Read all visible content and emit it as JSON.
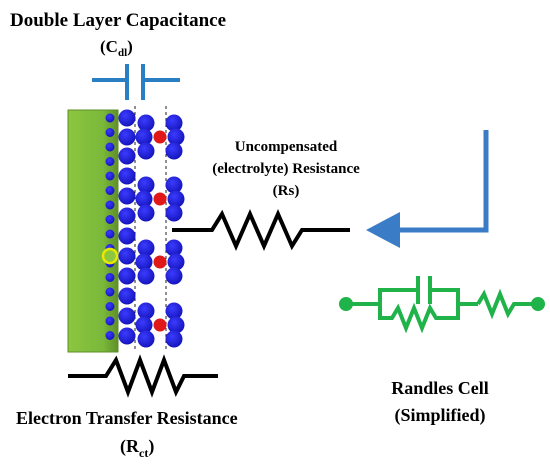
{
  "labels": {
    "cdl_title": "Double Layer Capacitance",
    "cdl_symbol": "(C",
    "cdl_sub": "dl",
    "cdl_close": ")",
    "rs_line1": "Uncompensated",
    "rs_line2": "(electrolyte) Resistance",
    "rs_line3": "(Rs)",
    "randles_line1": "Randles Cell",
    "randles_line2": "(Simplified)",
    "rct_title": "Electron Transfer Resistance",
    "rct_symbol": "(R",
    "rct_sub": "ct",
    "rct_close": ")"
  },
  "colors": {
    "electrode": "#7db83a",
    "ion": "#1a1ad6",
    "red_ion": "#e01818",
    "capacitor": "#2a7fc4",
    "arrow": "#3a7cc6",
    "randles": "#1fb34a",
    "wire": "#000000"
  },
  "icons": {
    "capacitor": "capacitor-icon",
    "resistor": "resistor-icon",
    "arrow": "arrow-left-icon",
    "randles_circuit": "randles-circuit-icon"
  }
}
